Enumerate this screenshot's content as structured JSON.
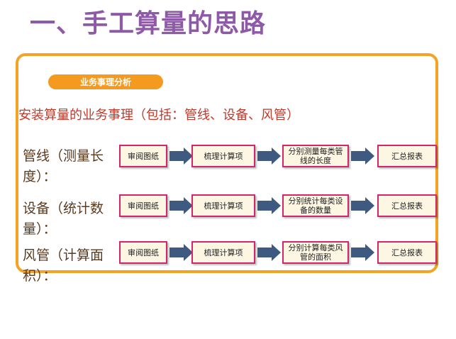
{
  "title": "一、手工算量的思路",
  "tag": "业务事理分析",
  "subtitle": "安装算量的业务事理（包括：管线、设备、风管）",
  "rows": [
    {
      "label": "管线（测量长度）：",
      "steps": [
        "审阅图纸",
        "梳理计算项",
        "分别测量每类管线的长度",
        "汇总报表"
      ]
    },
    {
      "label": "设备（统计数量）：",
      "steps": [
        "审阅图纸",
        "梳理计算项",
        "分别统计每类设备的数量",
        "汇总报表"
      ]
    },
    {
      "label": "风管（计算面积）：",
      "steps": [
        "审阅图纸",
        "梳理计算项",
        "分别计算每类风管的面积",
        "汇总报表"
      ]
    }
  ],
  "colors": {
    "title": "#8e5aa8",
    "frame": "#f4a325",
    "tag": "#f49a1e",
    "box_border": "#d6246e",
    "arrow": "#3f5a80"
  }
}
